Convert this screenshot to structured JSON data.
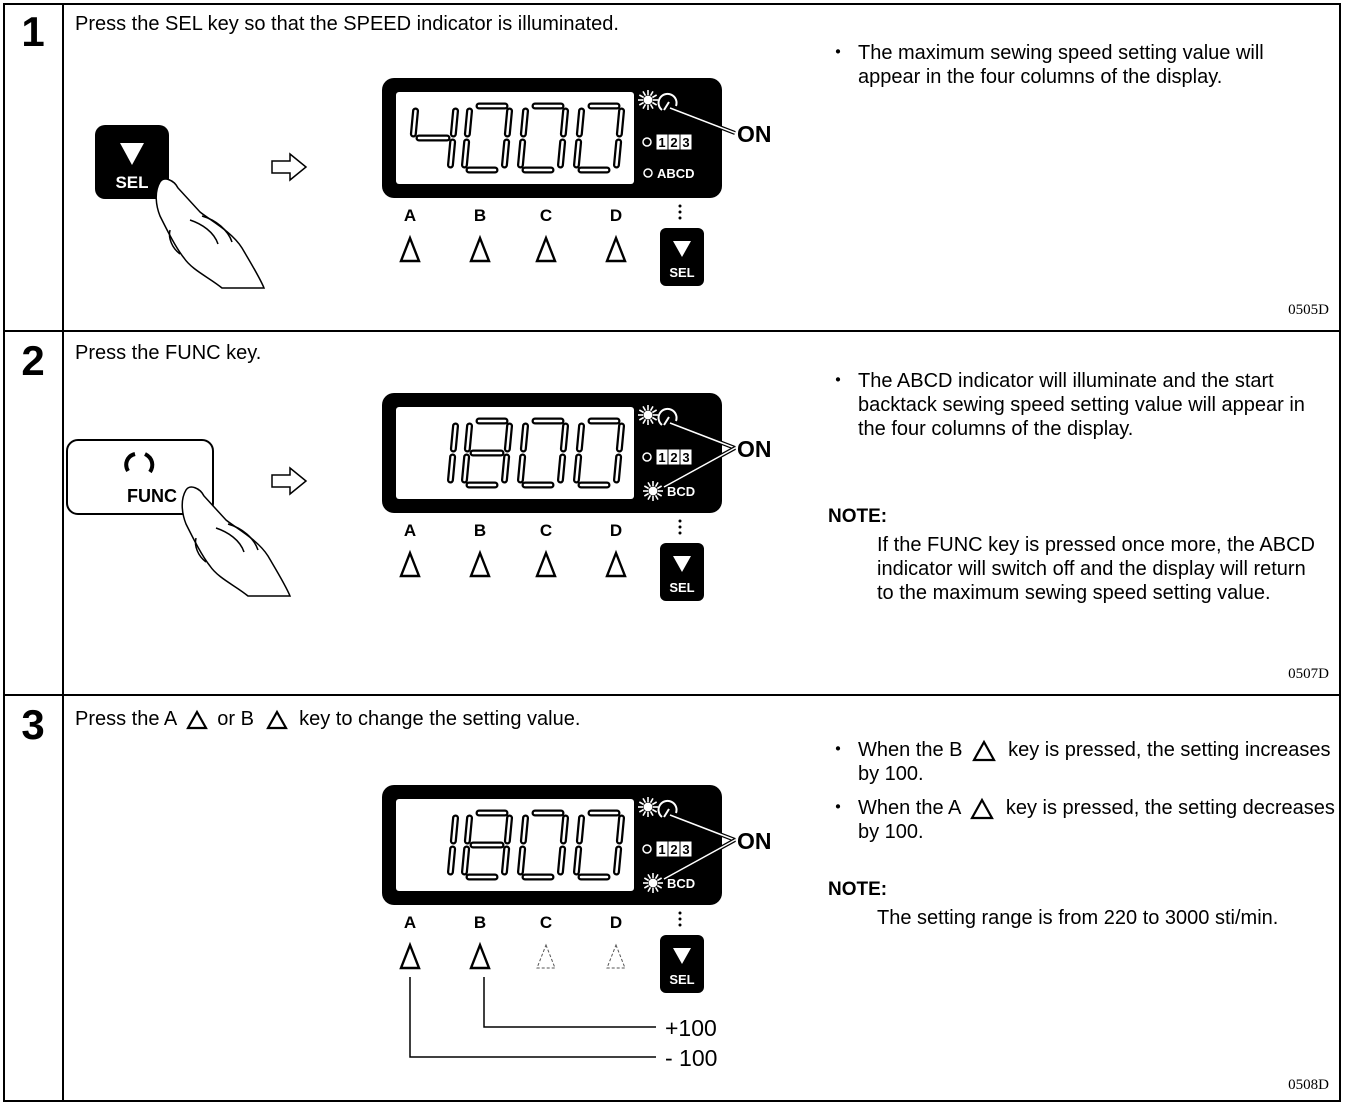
{
  "steps": [
    {
      "number": "1",
      "title": "Press the SEL key so that the SPEED indicator is illuminated.",
      "display": "4000",
      "bullets": [
        "The maximum sewing speed setting value will appear in the four columns of the display."
      ],
      "note_label": "",
      "note": "",
      "code": "0505D",
      "key": "SEL"
    },
    {
      "number": "2",
      "title": "Press the FUNC key.",
      "display": "1800",
      "bullets": [
        "The ABCD indicator will illuminate and the start backtack sewing speed setting value will appear in the four columns of the display."
      ],
      "note_label": "NOTE:",
      "note": "If the FUNC key is pressed once more, the ABCD indicator will switch off and the display will return to the maximum sewing speed setting value.",
      "code": "0507D",
      "key": "FUNC"
    },
    {
      "number": "3",
      "title_parts": [
        "Press the A",
        "or B",
        "key to change the setting value."
      ],
      "display": "1800",
      "bullets": [
        [
          "When the B",
          "key is pressed, the setting increases by 100."
        ],
        [
          "When the A",
          "key is pressed, the setting decreases by 100."
        ]
      ],
      "note_label": "NOTE:",
      "note": "The setting range is from 220 to 3000 sti/min.",
      "code": "0508D",
      "plus_label": "+100",
      "minus_label": "- 100"
    }
  ],
  "panel": {
    "on_label": "ON",
    "key_labels": [
      "A",
      "B",
      "C",
      "D"
    ],
    "sel_label": "SEL",
    "abcd_label": "ABCD",
    "bcd_label": "BCD",
    "prog_digits": [
      "1",
      "2",
      "3"
    ]
  },
  "bullet_char": "・"
}
